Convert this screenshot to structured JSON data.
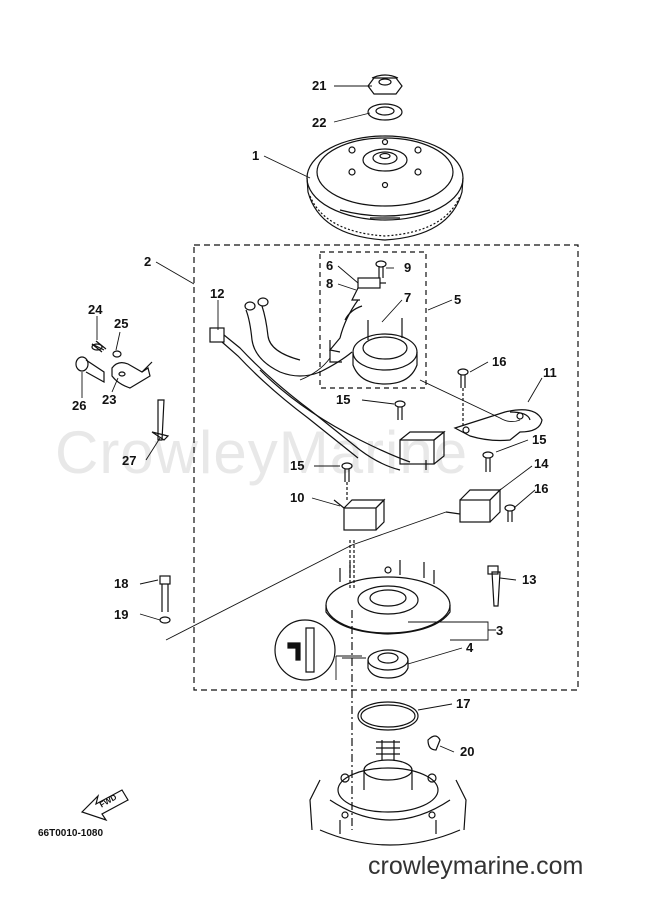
{
  "watermark": "CrowleyMarine",
  "footer_url": "crowleymarine.com",
  "part_code": "66T0010-1080",
  "fwd_label": "FWD",
  "callouts": [
    "21",
    "22",
    "1",
    "2",
    "6",
    "9",
    "8",
    "7",
    "5",
    "12",
    "24",
    "25",
    "26",
    "23",
    "16",
    "11",
    "15",
    "15",
    "15",
    "14",
    "10",
    "16",
    "27",
    "18",
    "19",
    "13",
    "3",
    "4",
    "17",
    "20"
  ]
}
